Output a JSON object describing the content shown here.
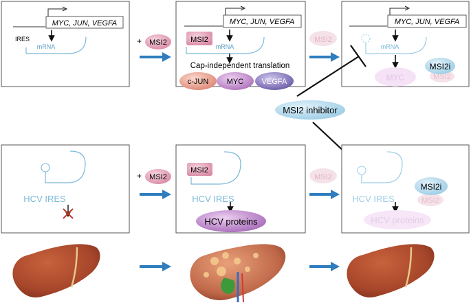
{
  "top_row": {
    "panel1": {
      "genes": "MYC, JUN, VEGFA",
      "ires": "IRES",
      "mrna": "mRNA"
    },
    "add_label": "+ MSI2",
    "add_label_plus": "+",
    "add_label_protein": "MSI2",
    "panel2": {
      "genes": "MYC, JUN, VEGFA",
      "msi2": "MSI2",
      "mrna": "mRNA",
      "translation": "Cap-independent translation",
      "proteins": [
        "c-JUN",
        "MYC",
        "VEGFA"
      ]
    },
    "faded_msi2": "MSI2",
    "panel3": {
      "genes": "MYC, JUN, VEGFA",
      "mrna": "mRNA",
      "myc": "MYC",
      "msi2i": "MSI2i",
      "msi2_faded": "MSI2"
    }
  },
  "inhibitor_label": "MSI2 inhibitor",
  "bottom_row": {
    "panel1": {
      "hcv_ires": "HCV IRES"
    },
    "add_label_plus": "+",
    "add_label_protein": "MSI2",
    "panel2": {
      "msi2": "MSI2",
      "hcv_ires": "HCV IRES",
      "proteins": "HCV proteins"
    },
    "faded_msi2": "MSI2",
    "panel3": {
      "hcv_ires": "HCV IRES",
      "proteins": "HCV proteins",
      "msi2i": "MSI2i",
      "msi2_faded": "MSI2"
    }
  },
  "colors": {
    "arrow_blue": "#2e7dbf",
    "mrna_blue": "#7ab8d8",
    "msi2_pink": "#d98aa6",
    "msi2i_blue": "#a9d4ea",
    "cjun_orange": "#e8a090",
    "myc_purple": "#b77fc2",
    "vegfa_purple": "#7b6bb0",
    "liver_brown": "#a0462a"
  }
}
